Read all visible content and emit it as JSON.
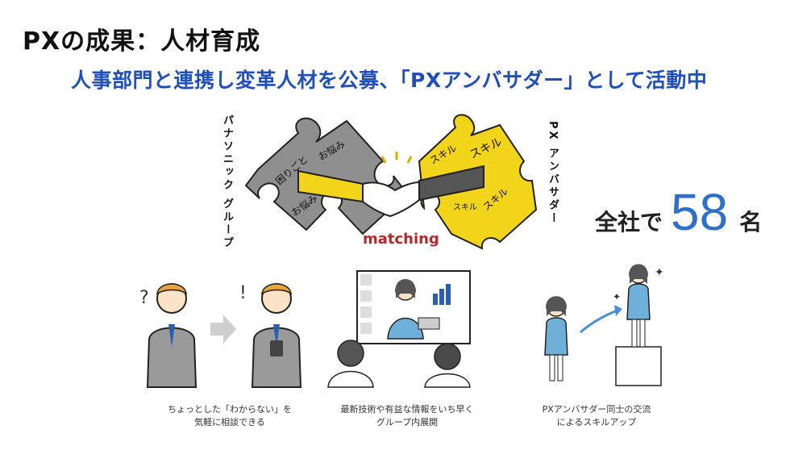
{
  "title": "PXの成果：人材育成",
  "subtitle": "人事部門と連携し変革人材を公募、「PXアンバサダー」として活動中",
  "puzzle": {
    "left_vertical_label": "パナソニック グループ",
    "right_vertical_label": "PX アンバサダー",
    "left_piece_labels": [
      "困りごと",
      "お悩み",
      "お悩み"
    ],
    "right_piece_labels": [
      "スキル",
      "スキル",
      "スキル",
      "スキル"
    ],
    "center_word": "matching"
  },
  "count": {
    "prefix": "全社で",
    "number": "58",
    "suffix": "名"
  },
  "captions": [
    {
      "line1": "ちょっとした「わからない」を",
      "line2": "気軽に相談できる"
    },
    {
      "line1": "最新技術や有益な情報をいち早く",
      "line2": "グループ内展開"
    },
    {
      "line1": "PXアンバサダー同士の交流",
      "line2": "によるスキルアップ"
    }
  ],
  "colors": {
    "accent_blue": "#1f4fb8",
    "number_blue": "#2e6fc9",
    "puzzle_gray": "#8f8f8f",
    "puzzle_yellow": "#f2d51a",
    "matching_red": "#b22a2a"
  },
  "icons": [
    "question-mark-icon",
    "exclamation-mark-icon",
    "arrow-right-icon",
    "chart-icon",
    "sparkle-icon"
  ]
}
